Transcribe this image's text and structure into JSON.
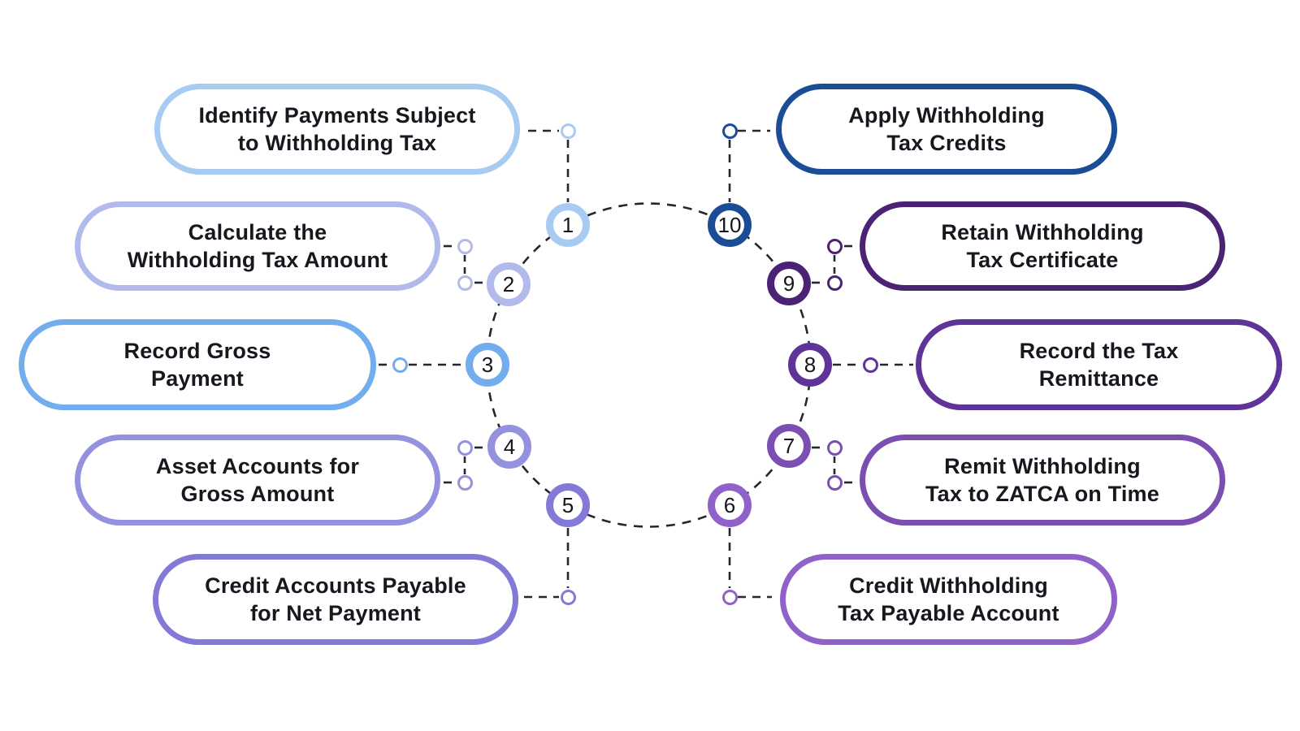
{
  "canvas": {
    "background": "#ffffff",
    "line_color": "#26262e",
    "text_color": "#17171f"
  },
  "steps": [
    {
      "number": "1",
      "label": "Identify Payments Subject\nto Withholding Tax",
      "color": "#A7CBF1"
    },
    {
      "number": "2",
      "label": "Calculate the\nWithholding Tax Amount",
      "color": "#B2BAEB"
    },
    {
      "number": "3",
      "label": "Record Gross\nPayment",
      "color": "#72ADEE"
    },
    {
      "number": "4",
      "label": "Asset Accounts for\nGross Amount",
      "color": "#9492DE"
    },
    {
      "number": "5",
      "label": "Credit Accounts Payable\nfor Net Payment",
      "color": "#8379D6"
    },
    {
      "number": "6",
      "label": "Credit Withholding\nTax Payable Account",
      "color": "#8F62C9"
    },
    {
      "number": "7",
      "label": "Remit Withholding\nTax to ZATCA on Time",
      "color": "#7B4FB2"
    },
    {
      "number": "8",
      "label": "Record the Tax\nRemittance",
      "color": "#5E3499"
    },
    {
      "number": "9",
      "label": "Retain Withholding\nTax Certificate",
      "color": "#4B2375"
    },
    {
      "number": "10",
      "label": "Apply Withholding\nTax Credits",
      "color": "#1B4C96"
    }
  ]
}
